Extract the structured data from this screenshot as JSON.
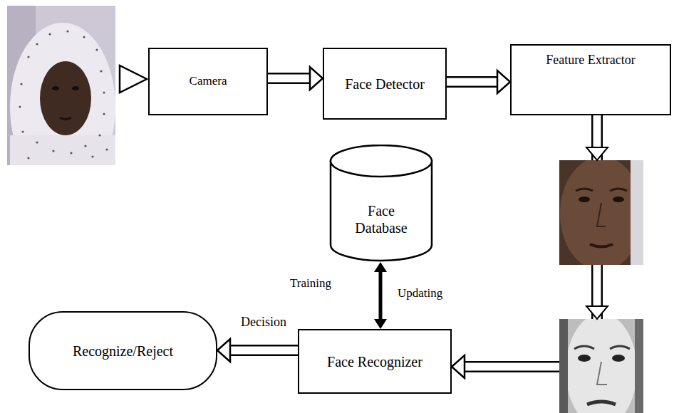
{
  "diagram": {
    "nodes": [
      {
        "text": [
          "Camera"
        ]
      },
      {
        "text": [
          "Face Detector"
        ]
      },
      {
        "text": [
          "Feature Extractor"
        ]
      },
      {
        "text": [
          "Face Database"
        ]
      },
      {
        "text": [
          "Face Recognizer"
        ]
      },
      {
        "text": [
          "Recognize/Reject"
        ]
      }
    ],
    "edges": [
      {
        "from": 0,
        "to": 1,
        "arrow": "to"
      },
      {
        "from": 1,
        "to": 2,
        "arrow": "to"
      },
      {
        "from": 2,
        "to": 4,
        "arrow": "to"
      },
      {
        "from": 3,
        "to": 4,
        "arrow": "both"
      },
      {
        "from": 4,
        "to": 5,
        "arrow": "to",
        "label": "Decision"
      }
    ],
    "labels": [
      "Training",
      "Updating"
    ]
  }
}
